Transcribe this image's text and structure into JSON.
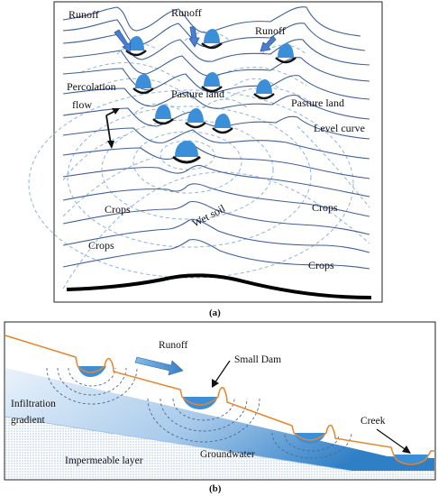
{
  "panel_a": {
    "caption": "(a)",
    "labels": {
      "runoff_1": "Runoff",
      "runoff_2": "Runoff",
      "runoff_3": "Runoff",
      "percolation_1": "Percolation",
      "percolation_2": "flow",
      "pasture_1": "Pasture land",
      "pasture_2": "Pasture land",
      "level_curve": "Level curve",
      "crops_1": "Crops",
      "crops_2": "Crops",
      "crops_3": "Crops",
      "crops_4": "Crops",
      "wet_soil": "Wet soil"
    }
  },
  "panel_b": {
    "caption": "(b)",
    "labels": {
      "runoff": "Runoff",
      "small_dam": "Small Dam",
      "creek": "Creek",
      "infiltration_1": "Infiltration",
      "infiltration_2": "gradient",
      "groundwater": "Groundwater",
      "impermeable": "Impermeable layer"
    }
  },
  "colors": {
    "water": "#3b8fd9",
    "contour": "#3f5f9a",
    "dashed": "#8fb4db",
    "surface": "#e8852a",
    "arrow_blue": "#4a8fd0"
  }
}
